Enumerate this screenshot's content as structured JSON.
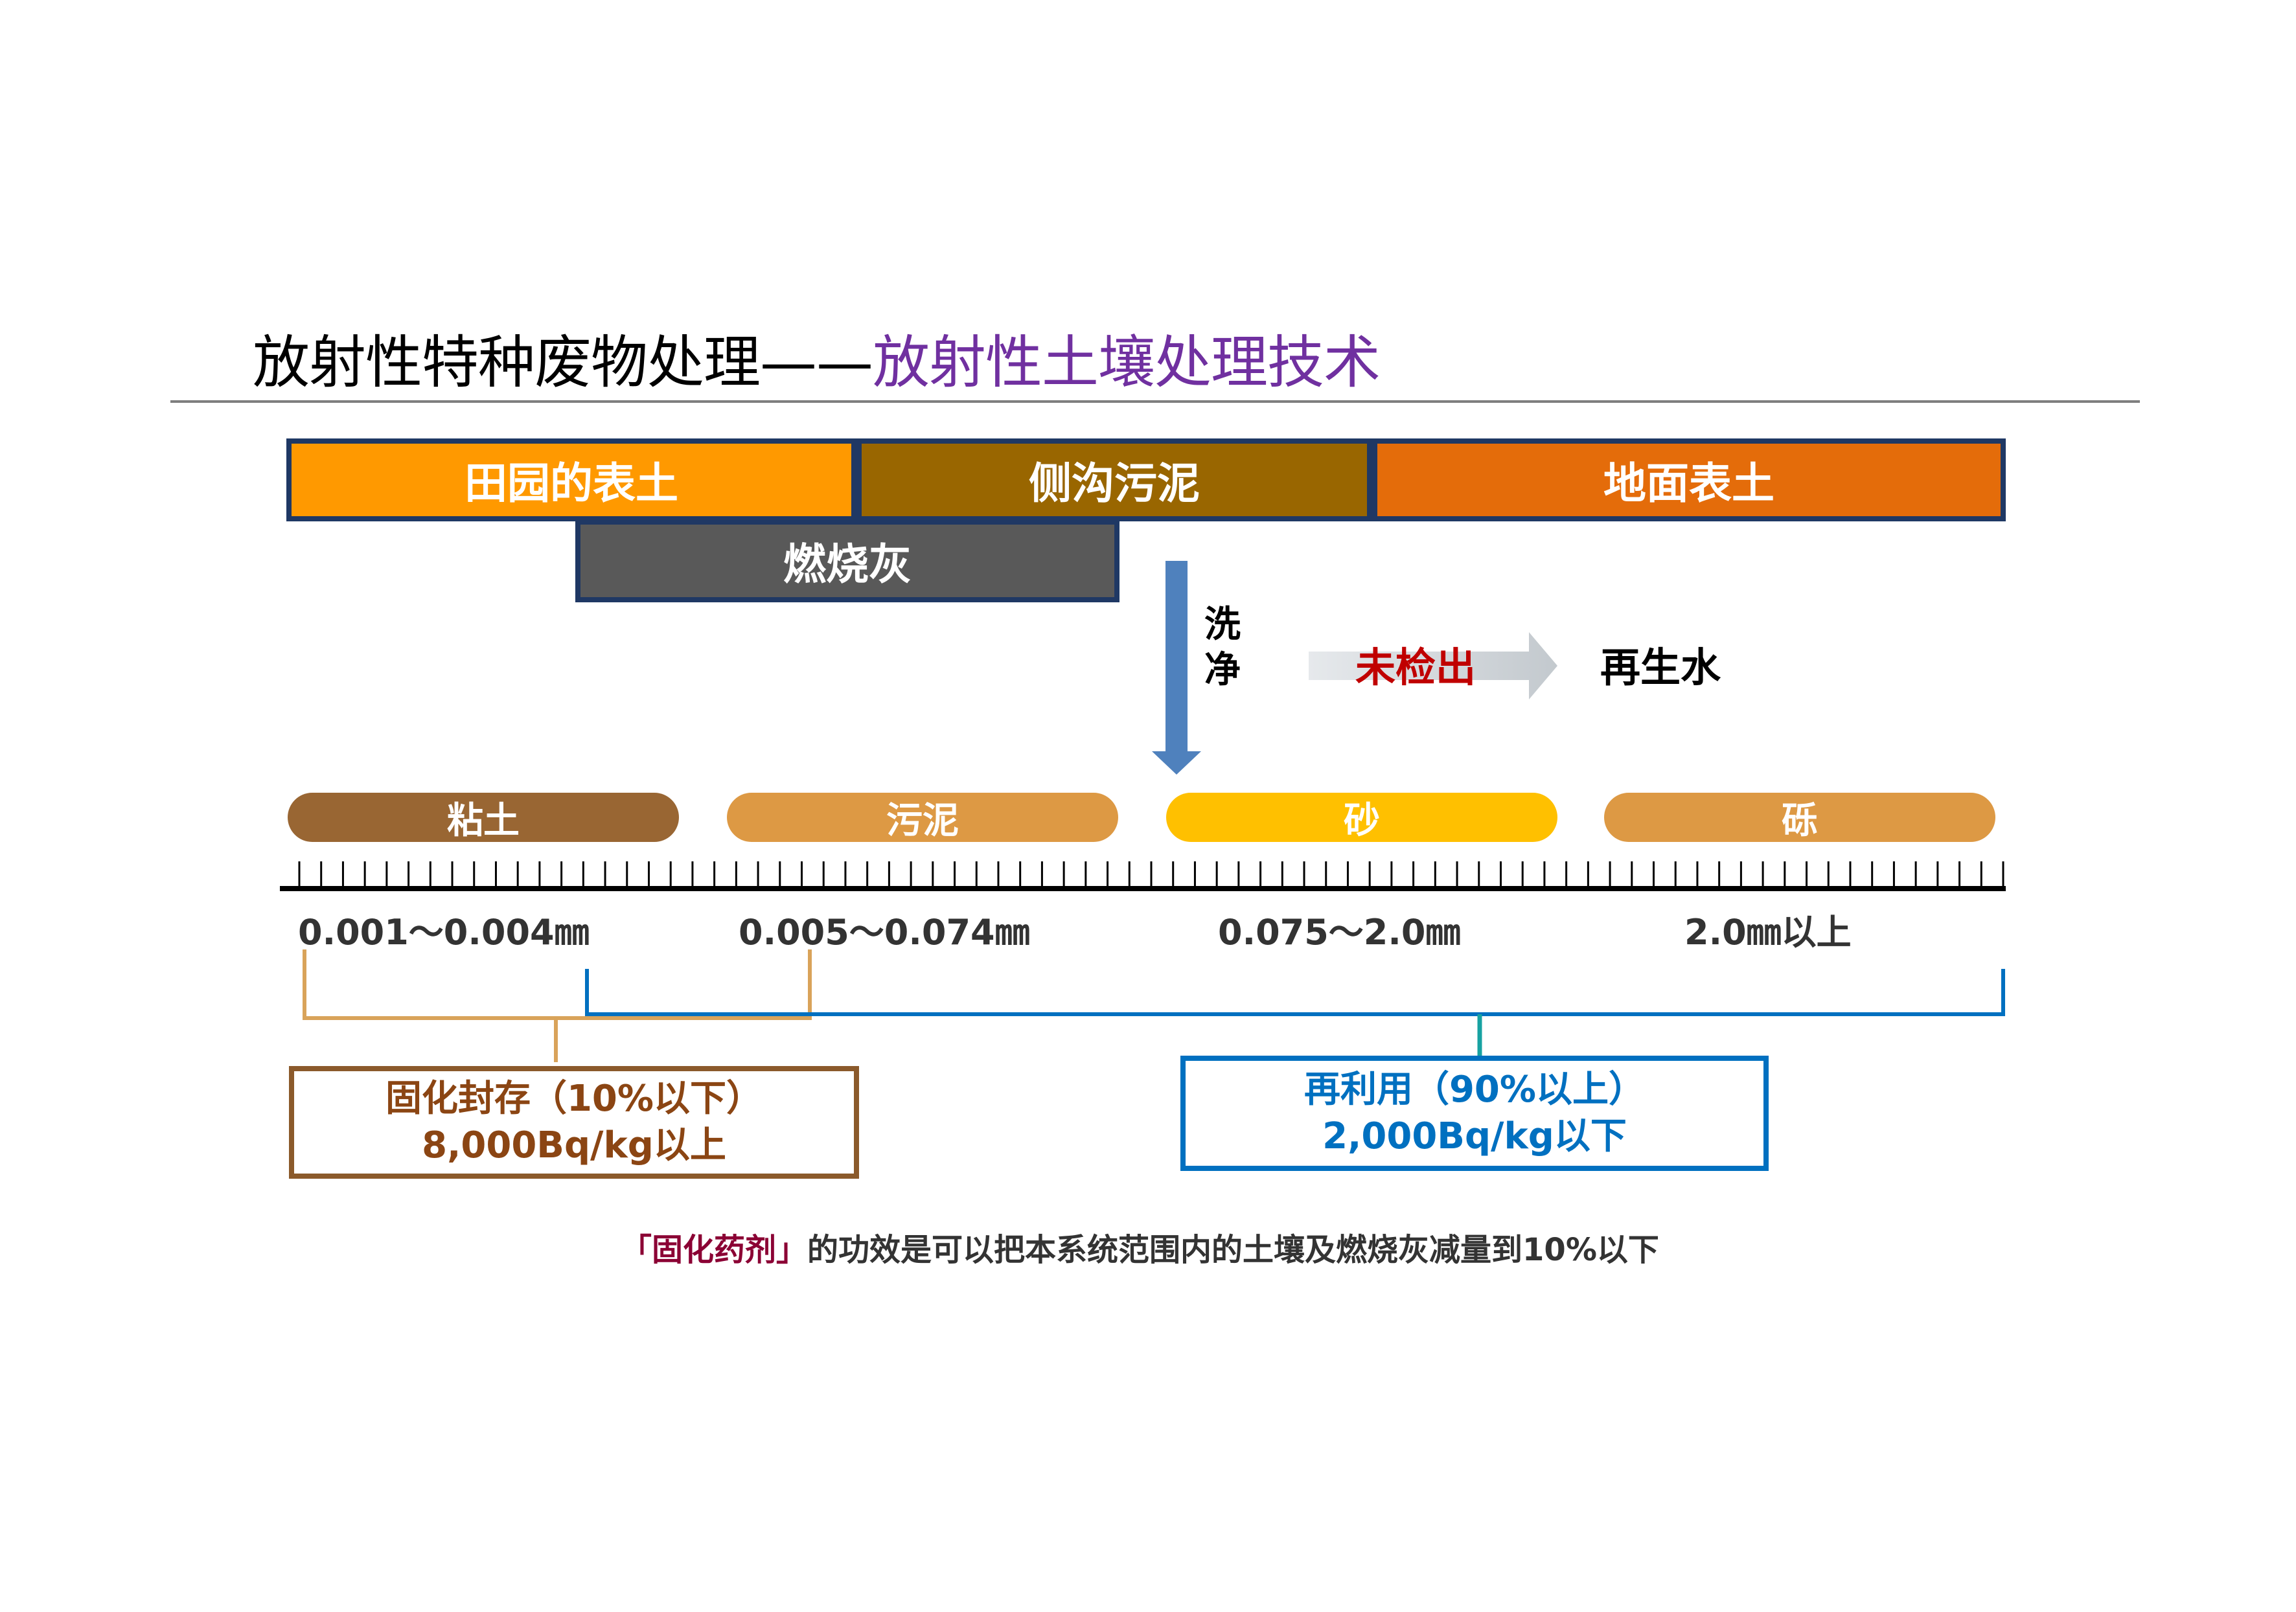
{
  "title": {
    "main": "放射性特种废物处理——",
    "sub": "放射性土壤处理技术"
  },
  "sources": {
    "field_topsoil": "田园的表土",
    "ditch_sludge": "侧沟污泥",
    "ground_topsoil": "地面表土",
    "incineration_ash": "燃烧灰"
  },
  "process": {
    "wash": [
      "洗",
      "净"
    ],
    "not_detected": "未检出",
    "recycled_water": "再生水"
  },
  "particles": [
    {
      "label": "粘土",
      "range": "0.001～0.004㎜",
      "color": "#996633"
    },
    {
      "label": "污泥",
      "range": "0.005～0.074㎜",
      "color": "#DD9944"
    },
    {
      "label": "砂",
      "range": "0.075～2.0㎜",
      "color": "#FFC000"
    },
    {
      "label": "砾",
      "range": "2.0㎜以上",
      "color": "#DD9944"
    }
  ],
  "results": {
    "solidify": {
      "line1": "固化封存（10%以下）",
      "line2": "8,000Bq/kg以上"
    },
    "reuse": {
      "line1": "再利用（90%以上）",
      "line2": "2,000Bq/kg以下"
    }
  },
  "footnote": {
    "highlight": "「固化药剂」",
    "text": "的功效是可以把本系统范围内的土壤及燃烧灰减量到10%以下"
  },
  "colors": {
    "accent_purple": "#7030A0",
    "box_border": "#1f3864",
    "arrow_blue": "#4F81BD",
    "solid_brown": "#8B5A2B",
    "reuse_blue": "#0070C0",
    "connector_teal": "#17A2A2",
    "not_detected_red": "#C00000"
  }
}
